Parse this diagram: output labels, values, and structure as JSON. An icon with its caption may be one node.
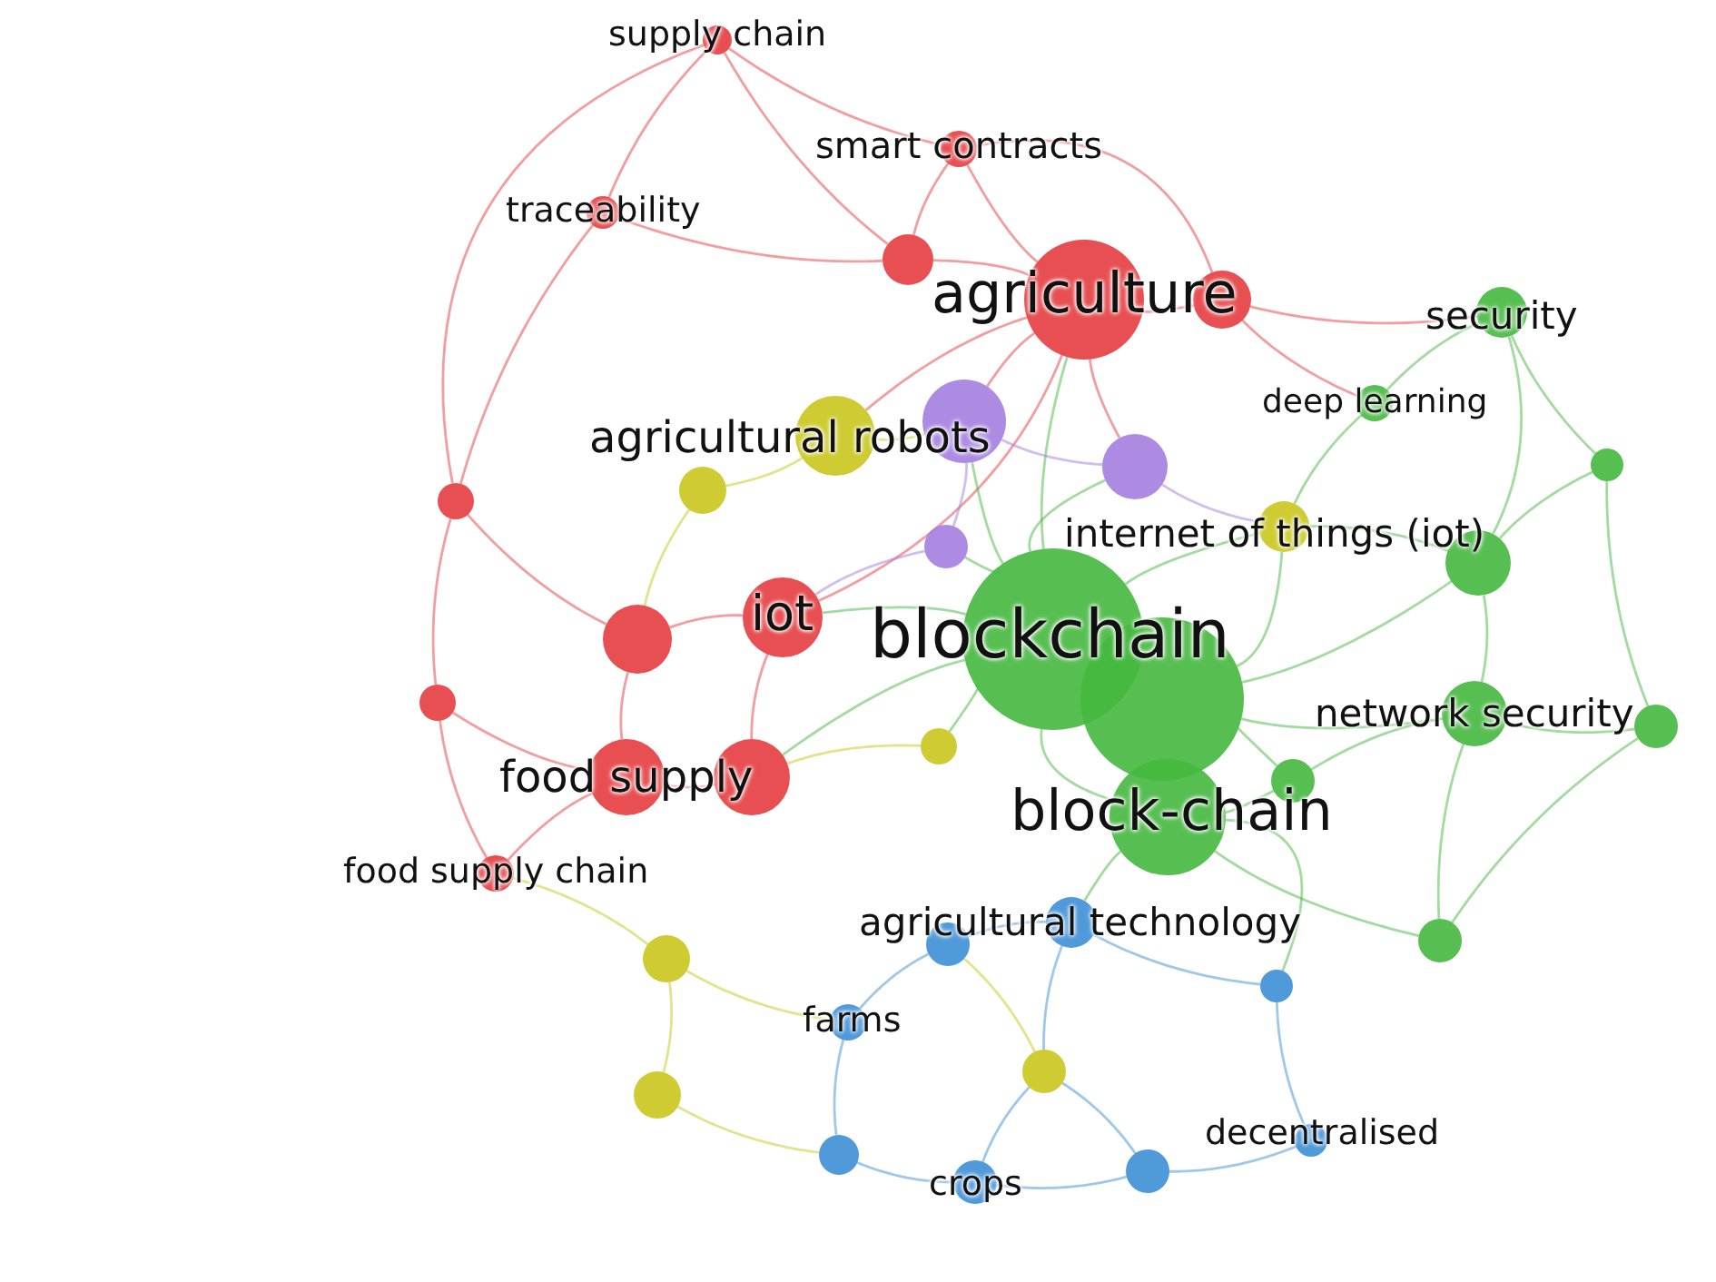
{
  "diagram": {
    "nodes": [
      {
        "text": [
          "supply chain"
        ]
      },
      {
        "text": [
          "smart contracts"
        ]
      },
      {
        "text": [
          "traceability"
        ]
      },
      {
        "text": [],
        "shape": "circle"
      },
      {
        "text": [
          "agriculture"
        ]
      },
      {
        "text": [],
        "shape": "circle"
      },
      {
        "text": [
          "security"
        ]
      },
      {
        "text": [
          "deep learning"
        ]
      },
      {
        "text": [
          "agricultural robots"
        ]
      },
      {
        "text": [],
        "shape": "circle"
      },
      {
        "text": [],
        "shape": "circle"
      },
      {
        "text": [],
        "shape": "circle"
      },
      {
        "text": [],
        "shape": "circle"
      },
      {
        "text": [],
        "shape": "circle"
      },
      {
        "text": [
          "internet of things (iot)"
        ]
      },
      {
        "text": [],
        "shape": "circle"
      },
      {
        "text": [],
        "shape": "circle"
      },
      {
        "text": [
          "iot"
        ]
      },
      {
        "text": [],
        "shape": "circle"
      },
      {
        "text": [
          "blockchain"
        ]
      },
      {
        "text": [],
        "shape": "circle"
      },
      {
        "text": [],
        "shape": "circle"
      },
      {
        "text": [
          "network security"
        ]
      },
      {
        "text": [],
        "shape": "circle"
      },
      {
        "text": [],
        "shape": "circle"
      },
      {
        "text": [
          "food supply"
        ]
      },
      {
        "text": [],
        "shape": "circle"
      },
      {
        "text": [],
        "shape": "circle"
      },
      {
        "text": [
          "block-chain"
        ]
      },
      {
        "text": [
          "food supply chain"
        ]
      },
      {
        "text": [
          "agricultural technology"
        ]
      },
      {
        "text": [],
        "shape": "circle"
      },
      {
        "text": [],
        "shape": "circle"
      },
      {
        "text": [],
        "shape": "circle"
      },
      {
        "text": [],
        "shape": "circle"
      },
      {
        "text": [
          "farms"
        ]
      },
      {
        "text": [],
        "shape": "circle"
      },
      {
        "text": [],
        "shape": "circle"
      },
      {
        "text": [
          "decentralised"
        ]
      },
      {
        "text": [],
        "shape": "circle"
      },
      {
        "text": [],
        "shape": "circle"
      },
      {
        "text": [
          "crops"
        ]
      }
    ],
    "edges": [
      {
        "from": 0,
        "to": 2,
        "arrow": "none",
        "color": "#e63c3f"
      },
      {
        "from": 0,
        "to": 1,
        "arrow": "none",
        "color": "#e63c3f"
      },
      {
        "from": 0,
        "to": 3,
        "arrow": "none",
        "color": "#e63c3f"
      },
      {
        "from": 0,
        "to": 13,
        "arrow": "none",
        "color": "#e63c3f"
      },
      {
        "from": 1,
        "to": 3,
        "arrow": "none",
        "color": "#e63c3f"
      },
      {
        "from": 1,
        "to": 4,
        "arrow": "none",
        "color": "#e63c3f"
      },
      {
        "from": 1,
        "to": 5,
        "arrow": "none",
        "color": "#e63c3f"
      },
      {
        "from": 2,
        "to": 13,
        "arrow": "none",
        "color": "#e63c3f"
      },
      {
        "from": 2,
        "to": 3,
        "arrow": "none",
        "color": "#e63c3f"
      },
      {
        "from": 4,
        "to": 3,
        "arrow": "none",
        "color": "#e63c3f"
      },
      {
        "from": 4,
        "to": 5,
        "arrow": "none",
        "color": "#e63c3f"
      },
      {
        "from": 4,
        "to": 9,
        "arrow": "none",
        "color": "#e63c3f"
      },
      {
        "from": 4,
        "to": 11,
        "arrow": "none",
        "color": "#e63c3f"
      },
      {
        "from": 4,
        "to": 8,
        "arrow": "none",
        "color": "#e63c3f"
      },
      {
        "from": 4,
        "to": 17,
        "arrow": "none",
        "color": "#e63c3f"
      },
      {
        "from": 13,
        "to": 21,
        "arrow": "none",
        "color": "#e63c3f"
      },
      {
        "from": 13,
        "to": 18,
        "arrow": "none",
        "color": "#e63c3f"
      },
      {
        "from": 21,
        "to": 29,
        "arrow": "none",
        "color": "#e63c3f"
      },
      {
        "from": 21,
        "to": 25,
        "arrow": "none",
        "color": "#e63c3f"
      },
      {
        "from": 25,
        "to": 29,
        "arrow": "none",
        "color": "#e63c3f"
      },
      {
        "from": 25,
        "to": 26,
        "arrow": "none",
        "color": "#e63c3f"
      },
      {
        "from": 17,
        "to": 18,
        "arrow": "none",
        "color": "#e63c3f"
      },
      {
        "from": 17,
        "to": 26,
        "arrow": "none",
        "color": "#e63c3f"
      },
      {
        "from": 18,
        "to": 25,
        "arrow": "none",
        "color": "#e63c3f"
      },
      {
        "from": 5,
        "to": 6,
        "arrow": "none",
        "color": "#e63c3f"
      },
      {
        "from": 5,
        "to": 7,
        "arrow": "none",
        "color": "#e63c3f"
      },
      {
        "from": 19,
        "to": 28,
        "arrow": "none"
      },
      {
        "from": 19,
        "to": 9,
        "arrow": "none"
      },
      {
        "from": 19,
        "to": 11,
        "arrow": "none"
      },
      {
        "from": 19,
        "to": 15,
        "arrow": "none"
      },
      {
        "from": 19,
        "to": 14,
        "arrow": "none"
      },
      {
        "from": 19,
        "to": 17,
        "arrow": "none"
      },
      {
        "from": 19,
        "to": 24,
        "arrow": "none"
      },
      {
        "from": 19,
        "to": 26,
        "arrow": "none"
      },
      {
        "from": 19,
        "to": 4,
        "arrow": "none"
      },
      {
        "from": 20,
        "to": 28,
        "arrow": "none"
      },
      {
        "from": 20,
        "to": 27,
        "arrow": "none"
      },
      {
        "from": 20,
        "to": 22,
        "arrow": "none"
      },
      {
        "from": 20,
        "to": 16,
        "arrow": "none"
      },
      {
        "from": 20,
        "to": 14,
        "arrow": "none"
      },
      {
        "from": 6,
        "to": 7,
        "arrow": "none"
      },
      {
        "from": 6,
        "to": 10,
        "arrow": "none"
      },
      {
        "from": 6,
        "to": 16,
        "arrow": "none"
      },
      {
        "from": 10,
        "to": 16,
        "arrow": "none"
      },
      {
        "from": 10,
        "to": 23,
        "arrow": "none"
      },
      {
        "from": 22,
        "to": 23,
        "arrow": "none"
      },
      {
        "from": 22,
        "to": 16,
        "arrow": "none"
      },
      {
        "from": 22,
        "to": 27,
        "arrow": "none"
      },
      {
        "from": 22,
        "to": 31,
        "arrow": "none"
      },
      {
        "from": 23,
        "to": 31,
        "arrow": "none"
      },
      {
        "from": 28,
        "to": 27,
        "arrow": "none"
      },
      {
        "from": 28,
        "to": 30,
        "arrow": "none"
      },
      {
        "from": 28,
        "to": 31,
        "arrow": "none"
      },
      {
        "from": 28,
        "to": 34,
        "arrow": "none"
      },
      {
        "from": 16,
        "to": 14,
        "arrow": "none"
      },
      {
        "from": 7,
        "to": 14,
        "arrow": "none"
      },
      {
        "from": 30,
        "to": 32,
        "arrow": "none",
        "color": "#3d8fd6"
      },
      {
        "from": 30,
        "to": 34,
        "arrow": "none",
        "color": "#3d8fd6"
      },
      {
        "from": 30,
        "to": 36,
        "arrow": "none",
        "color": "#3d8fd6"
      },
      {
        "from": 32,
        "to": 35,
        "arrow": "none",
        "color": "#3d8fd6"
      },
      {
        "from": 35,
        "to": 39,
        "arrow": "none",
        "color": "#3d8fd6"
      },
      {
        "from": 39,
        "to": 41,
        "arrow": "none",
        "color": "#3d8fd6"
      },
      {
        "from": 41,
        "to": 40,
        "arrow": "none",
        "color": "#3d8fd6"
      },
      {
        "from": 40,
        "to": 38,
        "arrow": "none",
        "color": "#3d8fd6"
      },
      {
        "from": 34,
        "to": 38,
        "arrow": "none",
        "color": "#3d8fd6"
      },
      {
        "from": 36,
        "to": 41,
        "arrow": "none",
        "color": "#3d8fd6"
      },
      {
        "from": 40,
        "to": 36,
        "arrow": "none",
        "color": "#3d8fd6"
      },
      {
        "from": 37,
        "to": 33,
        "arrow": "none",
        "color": "#c9c71c"
      },
      {
        "from": 33,
        "to": 29,
        "arrow": "none",
        "color": "#c9c71c"
      },
      {
        "from": 37,
        "to": 39,
        "arrow": "none",
        "color": "#c9c71c"
      },
      {
        "from": 12,
        "to": 8,
        "arrow": "none",
        "color": "#c9c71c"
      },
      {
        "from": 8,
        "to": 9,
        "arrow": "none",
        "color": "#c9c71c"
      },
      {
        "from": 12,
        "to": 18,
        "arrow": "none",
        "color": "#c9c71c"
      },
      {
        "from": 24,
        "to": 26,
        "arrow": "none",
        "color": "#c9c71c"
      },
      {
        "from": 36,
        "to": 32,
        "arrow": "none",
        "color": "#c9c71c"
      },
      {
        "from": 33,
        "to": 35,
        "arrow": "none",
        "color": "#c9c71c"
      },
      {
        "from": 9,
        "to": 11,
        "arrow": "none",
        "color": "#a47ee0"
      },
      {
        "from": 15,
        "to": 9,
        "arrow": "none",
        "color": "#a47ee0"
      },
      {
        "from": 11,
        "to": 14,
        "arrow": "none",
        "color": "#a47ee0"
      },
      {
        "from": 15,
        "to": 17,
        "arrow": "none",
        "color": "#a47ee0"
      }
    ]
  }
}
